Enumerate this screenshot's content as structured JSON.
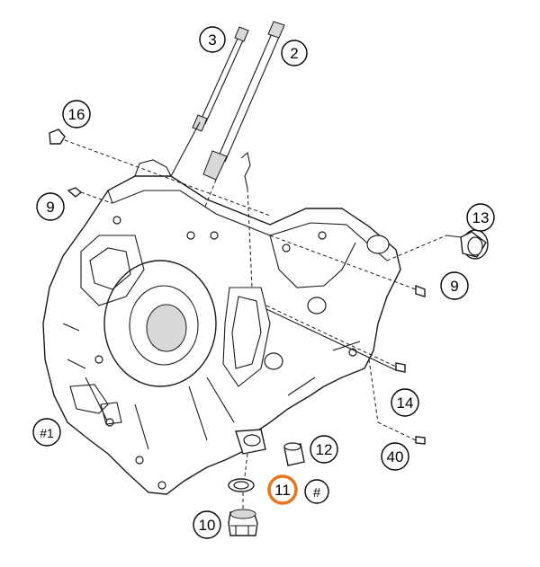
{
  "callouts": [
    {
      "id": "c3",
      "text": "3"
    },
    {
      "id": "c2",
      "text": "2"
    },
    {
      "id": "c16",
      "text": "16"
    },
    {
      "id": "c9a",
      "text": "9"
    },
    {
      "id": "c13",
      "text": "13"
    },
    {
      "id": "c9b",
      "text": "9"
    },
    {
      "id": "c14",
      "text": "14"
    },
    {
      "id": "c1",
      "text": "#1"
    },
    {
      "id": "c12",
      "text": "12"
    },
    {
      "id": "c40",
      "text": "40"
    },
    {
      "id": "c11",
      "text": "11"
    },
    {
      "id": "chash",
      "text": "#"
    },
    {
      "id": "c10",
      "text": "10"
    }
  ],
  "highlight": {
    "part": "11",
    "color": "#e8741e"
  }
}
